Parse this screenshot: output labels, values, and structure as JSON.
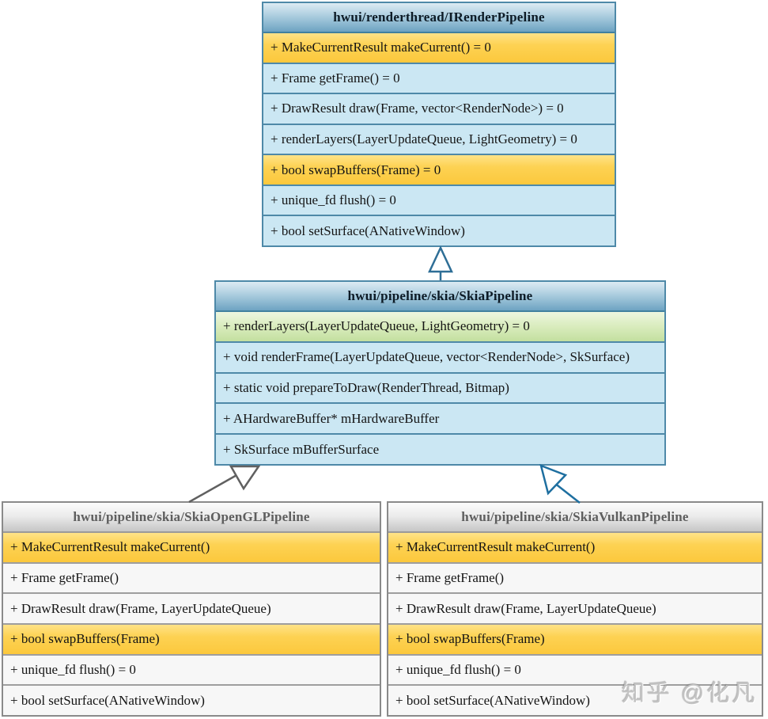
{
  "watermark": "知乎 @化凡",
  "classes": {
    "irender": {
      "title": "hwui/renderthread/IRenderPipeline",
      "members": [
        {
          "text": "+ MakeCurrentResult makeCurrent() = 0",
          "highlight": "yellow"
        },
        {
          "text": "+ Frame getFrame() = 0",
          "highlight": "none"
        },
        {
          "text": "+ DrawResult draw(Frame, vector<RenderNode>) = 0",
          "highlight": "none"
        },
        {
          "text": "+ renderLayers(LayerUpdateQueue, LightGeometry) = 0",
          "highlight": "none"
        },
        {
          "text": "+ bool swapBuffers(Frame) = 0",
          "highlight": "yellow"
        },
        {
          "text": "+ unique_fd flush() = 0",
          "highlight": "none"
        },
        {
          "text": "+ bool setSurface(ANativeWindow)",
          "highlight": "none"
        }
      ]
    },
    "skia": {
      "title": "hwui/pipeline/skia/SkiaPipeline",
      "members": [
        {
          "text": "+ renderLayers(LayerUpdateQueue, LightGeometry) = 0",
          "highlight": "green"
        },
        {
          "text": "+ void renderFrame(LayerUpdateQueue, vector<RenderNode>, SkSurface)",
          "highlight": "none"
        },
        {
          "text": "+ static void prepareToDraw(RenderThread, Bitmap)",
          "highlight": "none"
        },
        {
          "text": "+ AHardwareBuffer* mHardwareBuffer",
          "highlight": "none"
        },
        {
          "text": "+ SkSurface mBufferSurface",
          "highlight": "none"
        }
      ]
    },
    "opengl": {
      "title": "hwui/pipeline/skia/SkiaOpenGLPipeline",
      "members": [
        {
          "text": "+ MakeCurrentResult makeCurrent()",
          "highlight": "yellow"
        },
        {
          "text": "+ Frame getFrame()",
          "highlight": "none"
        },
        {
          "text": "+ DrawResult draw(Frame, LayerUpdateQueue)",
          "highlight": "none"
        },
        {
          "text": "+ bool swapBuffers(Frame)",
          "highlight": "yellow"
        },
        {
          "text": "+ unique_fd flush() = 0",
          "highlight": "none"
        },
        {
          "text": "+ bool setSurface(ANativeWindow)",
          "highlight": "none"
        }
      ]
    },
    "vulkan": {
      "title": "hwui/pipeline/skia/SkiaVulkanPipeline",
      "members": [
        {
          "text": "+ MakeCurrentResult makeCurrent()",
          "highlight": "yellow"
        },
        {
          "text": "+ Frame getFrame()",
          "highlight": "none"
        },
        {
          "text": "+ DrawResult draw(Frame, LayerUpdateQueue)",
          "highlight": "none"
        },
        {
          "text": "+ bool swapBuffers(Frame)",
          "highlight": "yellow"
        },
        {
          "text": "+ unique_fd flush() = 0",
          "highlight": "none"
        },
        {
          "text": "+ bool setSurface(ANativeWindow)",
          "highlight": "none"
        }
      ]
    }
  },
  "relations": [
    {
      "from": "hwui/pipeline/skia/SkiaPipeline",
      "to": "hwui/renderthread/IRenderPipeline",
      "type": "generalization"
    },
    {
      "from": "hwui/pipeline/skia/SkiaOpenGLPipeline",
      "to": "hwui/pipeline/skia/SkiaPipeline",
      "type": "generalization"
    },
    {
      "from": "hwui/pipeline/skia/SkiaVulkanPipeline",
      "to": "hwui/pipeline/skia/SkiaPipeline",
      "type": "generalization"
    }
  ],
  "colors": {
    "blue_border": "#4e89a8",
    "blue_row": "#cbe7f3",
    "yellow_row": "#fdd253",
    "green_row": "#d9ecbd",
    "gray_border": "#8a8a8a",
    "gray_row": "#f7f7f7",
    "arrow_steel": "#2e6e96",
    "arrow_gray": "#606060",
    "arrow_blue": "#1e6fa0"
  }
}
